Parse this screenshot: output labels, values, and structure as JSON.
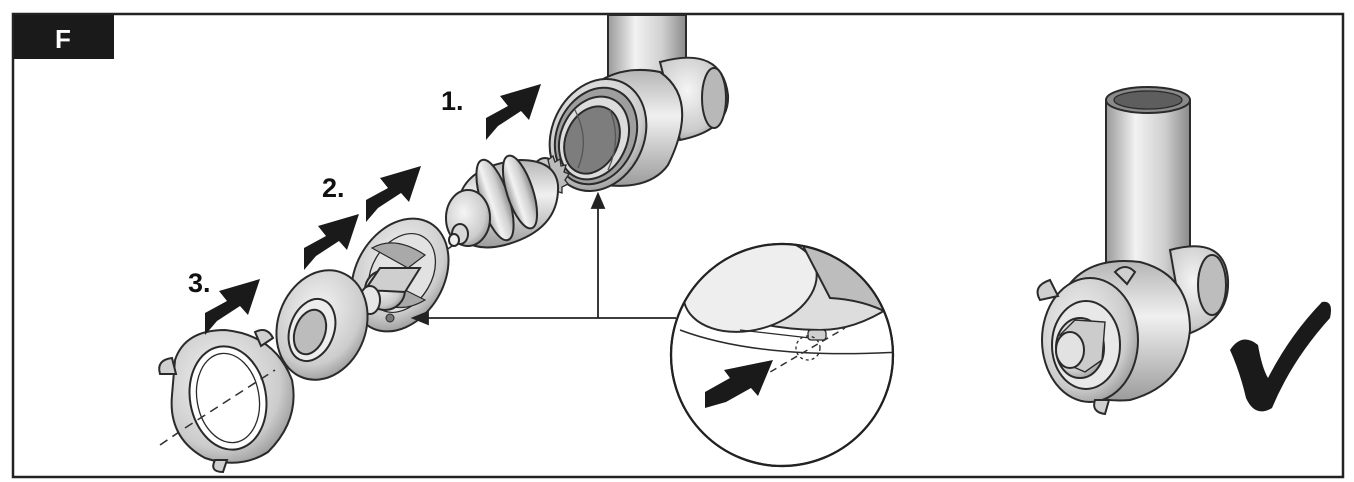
{
  "figure": {
    "panel_label": "F",
    "steps": [
      {
        "label": "1.",
        "part": "worm-auger"
      },
      {
        "label": "2.",
        "part": "cutting-blade-and-plate"
      },
      {
        "label": "3.",
        "part": "locking-ring"
      }
    ],
    "icons": [
      "push-arrow-icon",
      "checkmark-icon",
      "magnifier-callout-icon"
    ],
    "colors": {
      "outline": "#2a2a2a",
      "metal_light": "#eeeeee",
      "metal_mid": "#cfcfcf",
      "metal_dark": "#8f8f8f",
      "arrow": "#1a1a1a",
      "badge": "#1a1a1a"
    }
  }
}
